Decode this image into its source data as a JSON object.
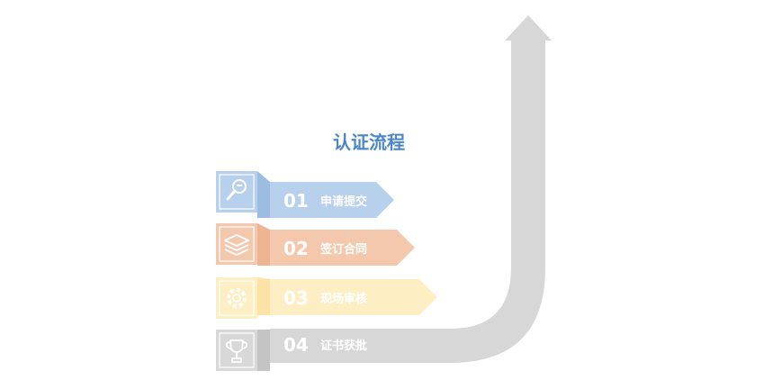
{
  "diagram": {
    "title": "认证流程",
    "colors": {
      "title": "#4a86c8",
      "arrow": "#d7d7d7",
      "label_text": "#ffffff"
    },
    "steps": [
      {
        "number": "01",
        "label": "申请提交",
        "icon": "magnifier-icon",
        "colors": {
          "light": "#b7d0ec",
          "dark": "#9dbde0",
          "icon": "#8fb3dc"
        }
      },
      {
        "number": "02",
        "label": "签订合同",
        "icon": "layers-icon",
        "colors": {
          "light": "#f3c8ac",
          "dark": "#eeb592",
          "icon": "#ec9f74"
        }
      },
      {
        "number": "03",
        "label": "现场审核",
        "icon": "gear-icon",
        "colors": {
          "light": "#fdeec4",
          "dark": "#fbe3a6",
          "icon": "#f6d68a"
        }
      },
      {
        "number": "04",
        "label": "证书获批",
        "icon": "trophy-icon",
        "colors": {
          "light": "#d8d8d8",
          "dark": "#c4c4c4",
          "icon": "#9e9e9e"
        }
      }
    ]
  }
}
